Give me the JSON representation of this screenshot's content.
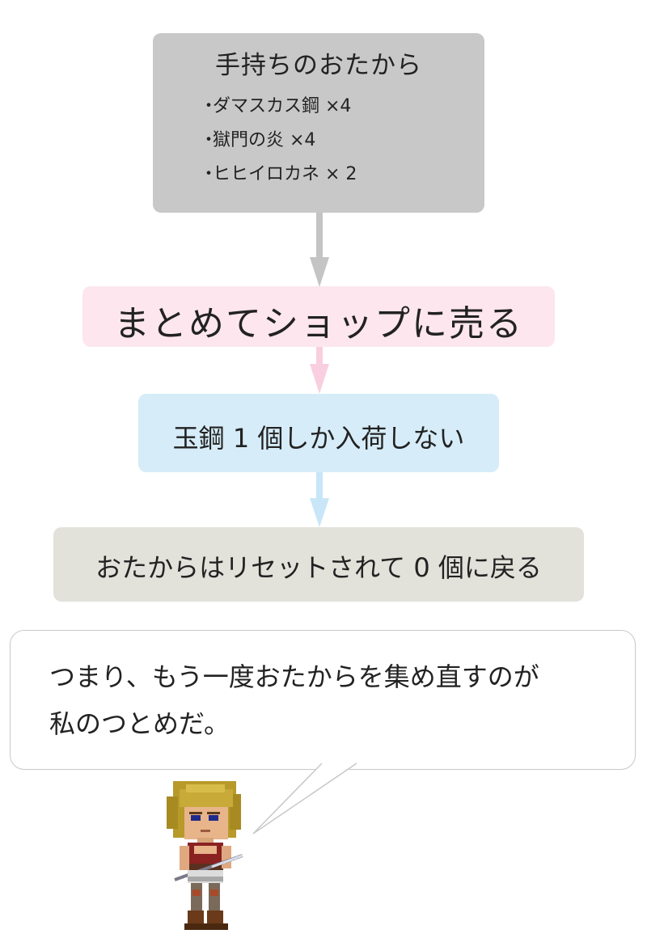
{
  "treasure": {
    "title": "手持ちのおたから",
    "bullet": "・",
    "items": [
      "ダマスカス鋼 ×4",
      "獄門の炎 ×4",
      "ヒヒイロカネ × 2"
    ]
  },
  "step_sell": "まとめてショップに売る",
  "step_stock": "玉鋼 1 個しか入荷しない",
  "step_reset": "おたからはリセットされて 0 個に戻る",
  "bubble": {
    "lines": [
      "つまり、もう一度おたからを集め直すのが",
      "私のつとめだ。"
    ]
  },
  "colors": {
    "treasure_bg": "#c8c8c8",
    "sell_bg": "#fde6ee",
    "stock_bg": "#d6ecf8",
    "reset_bg": "#e2e1da",
    "arrow_gray": "#c4c4c4",
    "arrow_pink": "#f9cfe0",
    "arrow_blue": "#c8e6f8"
  },
  "character": "pixel-warrior-sprite"
}
